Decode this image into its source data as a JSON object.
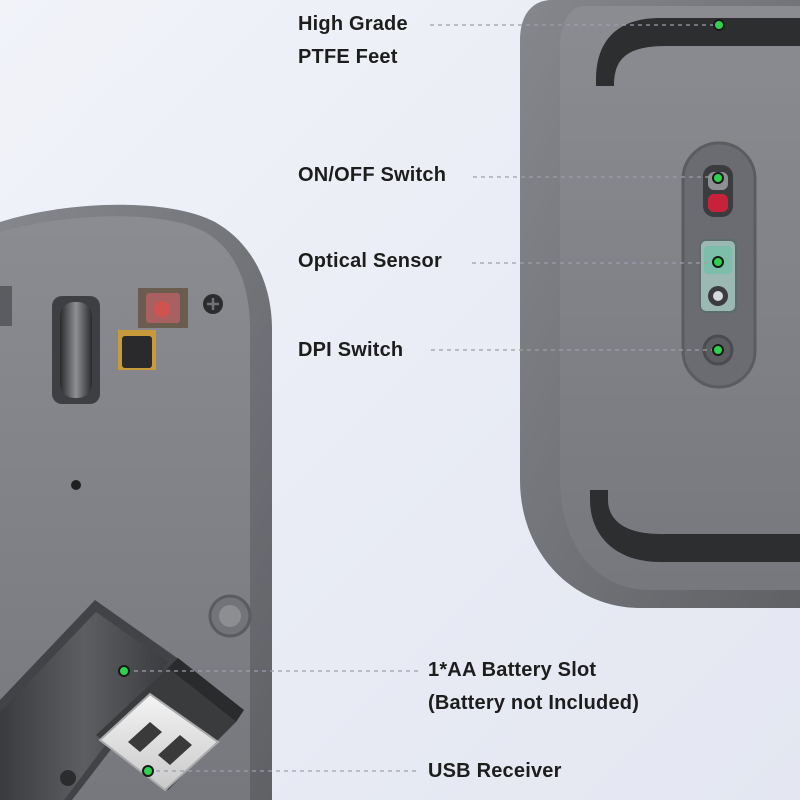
{
  "labels": {
    "ptfe_feet": {
      "line1": "High Grade",
      "line2": "PTFE Feet"
    },
    "on_off_switch": "ON/OFF Switch",
    "optical_sensor": "Optical Sensor",
    "dpi_switch": "DPI Switch",
    "battery_slot": {
      "line1": "1*AA Battery Slot",
      "line2": "(Battery not Included)"
    },
    "usb_receiver": "USB Receiver"
  },
  "colors": {
    "background": "#eceef6",
    "mouse_shell": "#6e7074",
    "mouse_inner": "#7d7f84",
    "marker_dot": "#2fd14f",
    "leader_line": "#9aa0aa",
    "label_text": "#1d1d1d"
  }
}
